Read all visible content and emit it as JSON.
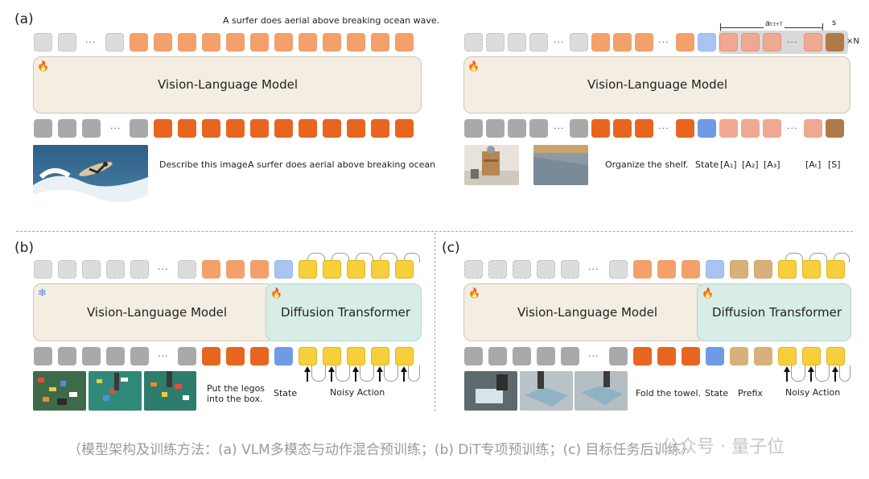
{
  "panel_labels": {
    "a": "(a)",
    "b": "(b)",
    "c": "(c)"
  },
  "a_left": {
    "output_text": "A surfer does aerial above breaking ocean wave.",
    "model": "Vision-Language Model",
    "prompt": "Describe this image.",
    "answer": "A surfer does aerial above breaking ocean",
    "dots": "···"
  },
  "a_right": {
    "model": "Vision-Language Model",
    "bracket_label": "a",
    "bracket_sub": "t:t+T",
    "s_label": "s",
    "xn": "×N",
    "prompt": "Organize the shelf.",
    "state": "State",
    "a1": "[A₁]",
    "a2": "[A₂]",
    "a3": "[A₃]",
    "at": "[Aₜ]",
    "s_tok": "[S]",
    "dots": "···"
  },
  "b": {
    "vlm": "Vision-Language Model",
    "dit": "Diffusion Transformer",
    "prompt_line1": "Put the legos",
    "prompt_line2": "into the box.",
    "state": "State",
    "noisy": "Noisy Action",
    "dots": "···"
  },
  "c": {
    "vlm": "Vision-Language Model",
    "dit": "Diffusion Transformer",
    "prompt": "Fold the towel.",
    "state": "State",
    "prefix": "Prefix",
    "noisy": "Noisy Action",
    "dots": "···"
  },
  "caption": "（模型架构及训练方法：(a) VLM多模态与动作混合预训练；(b) DiT专项预训练；(c) 目标任务后训练）",
  "watermark": "公众号 · 量子位",
  "icons": {
    "fire": "fire-icon",
    "snow": "snowflake-icon"
  }
}
